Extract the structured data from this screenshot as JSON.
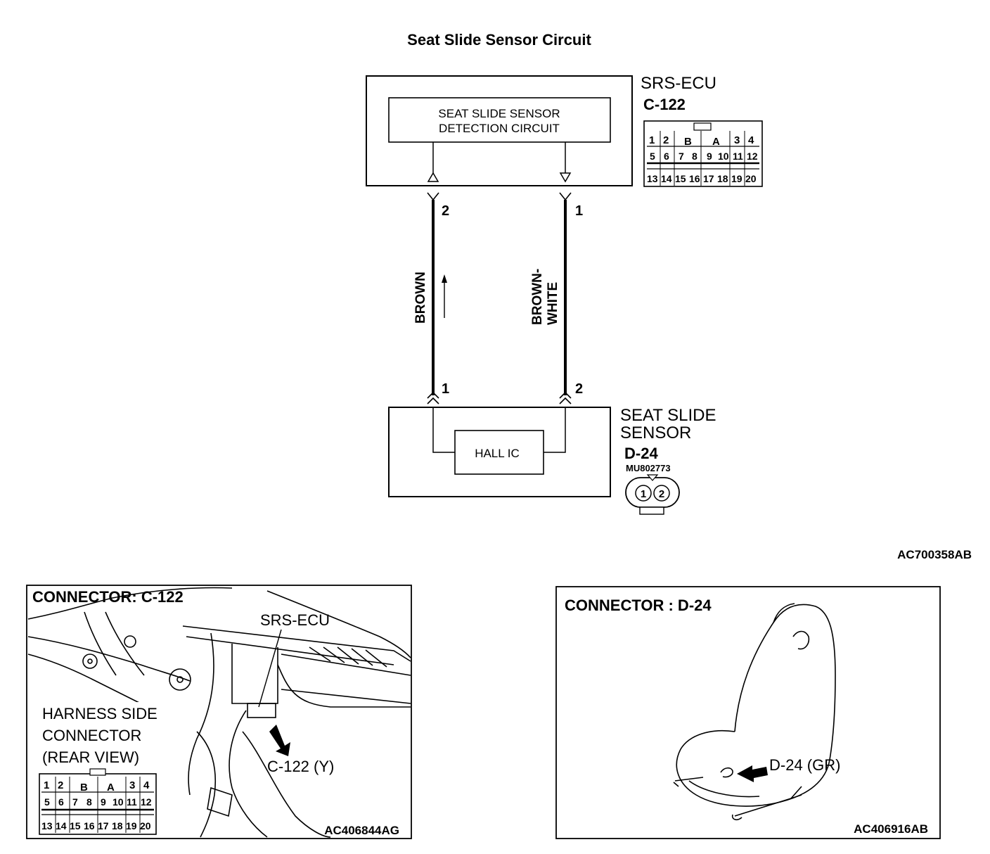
{
  "title": "Seat Slide Sensor Circuit",
  "ecu": {
    "name": "SRS-ECU",
    "connector": "C-122",
    "inner_box_line1": "SEAT SLIDE SENSOR",
    "inner_box_line2": "DETECTION CIRCUIT",
    "pins_row1": [
      "1",
      "2",
      "B",
      "A",
      "3",
      "4"
    ],
    "pins_row2": [
      "5",
      "6",
      "7",
      "8",
      "9",
      "10",
      "11",
      "12"
    ],
    "pins_row3": [
      "13",
      "14",
      "15",
      "16",
      "17",
      "18",
      "19",
      "20"
    ]
  },
  "wires": {
    "left_top_pin": "2",
    "right_top_pin": "1",
    "left_bottom_pin": "1",
    "right_bottom_pin": "2",
    "left_color": "BROWN",
    "right_color_line1": "BROWN-",
    "right_color_line2": "WHITE"
  },
  "sensor": {
    "name_line1": "SEAT SLIDE",
    "name_line2": "SENSOR",
    "connector": "D-24",
    "part_number": "MU802773",
    "inner_label": "HALL IC",
    "pins": [
      "1",
      "2"
    ]
  },
  "figure_code_main": "AC700358AB",
  "panel_left": {
    "title": "CONNECTOR: C-122",
    "ecu_label": "SRS-ECU",
    "harness_line1": "HARNESS SIDE",
    "harness_line2": "CONNECTOR",
    "harness_line3": "(REAR VIEW)",
    "connector_label": "C-122 (Y)",
    "code": "AC406844AG"
  },
  "panel_right": {
    "title": "CONNECTOR : D-24",
    "connector_label": "D-24 (GR)",
    "code": "AC406916AB"
  }
}
